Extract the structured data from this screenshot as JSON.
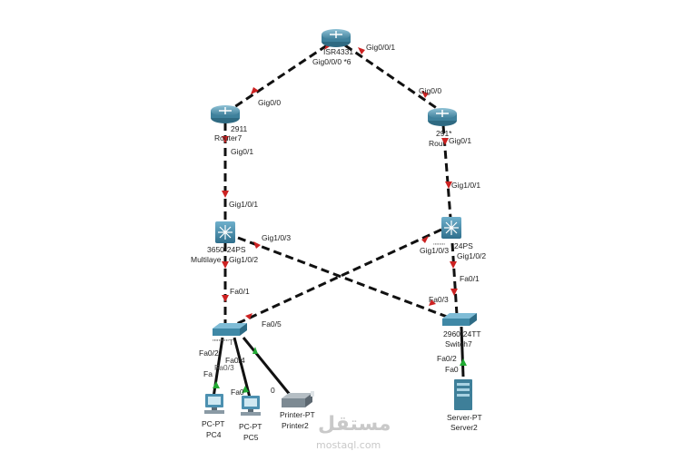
{
  "devices": {
    "isr": {
      "type": "ISR4331",
      "port": "Gig0/0/0 *6"
    },
    "router7": {
      "type": "2911",
      "name": "Router7"
    },
    "router_right": {
      "type": "291*",
      "name": "Rou"
    },
    "ml_left": {
      "type": "3650-24PS",
      "name": "Multilaye"
    },
    "ml_right": {
      "type": "24PS",
      "prefix": "''''''''"
    },
    "sw_left": {
      "type": "'''''''''''T"
    },
    "switch7": {
      "type": "2960-24TT",
      "name": "Switch7"
    },
    "pc4": {
      "type": "PC-PT",
      "name": "PC4"
    },
    "pc5": {
      "type": "PC-PT",
      "name": "PC5"
    },
    "printer2": {
      "type": "Printer-PT",
      "name": "Printer2"
    },
    "server2": {
      "type": "Server-PT",
      "name": "Server2"
    }
  },
  "ports": {
    "isr_gig001": "Gig0/0/1",
    "r7_gig00": "Gig0/0",
    "rr_gig00": "Gig0/0",
    "r7_gig01": "Gig0/1",
    "rr_gig01": "Gig0/1",
    "ml_left_gig101": "Gig1/0/1",
    "ml_right_gig101": "Gig1/0/1",
    "ml_left_gig103": "Gig1/0/3",
    "ml_left_gig102": "Gig1/0/2",
    "ml_right_gig103": "Gig1/0/3",
    "ml_right_gig102": "Gig1/0/2",
    "swl_fa01": "Fa0/1",
    "sw7_fa01": "Fa0/1",
    "swl_fa05": "Fa0/5",
    "sw7_fa03": "Fa0/3",
    "swl_fa02": "Fa0/2",
    "swl_fa04": "Fa0/4",
    "swl_fa03": "Fa0/3",
    "pc4_fa": "Fa",
    "pc5_fa0": "Fa0",
    "printer_0": "0",
    "sw7_fa02": "Fa0/2",
    "server_fa0": "Fa0"
  },
  "watermark": {
    "arabic": "مستقل",
    "domain": "mostaql.com"
  },
  "colors": {
    "router": "#4f8fa8",
    "switch": "#3f88a6",
    "link": "#111111",
    "arrow_red": "#cc2222",
    "arrow_green": "#22aa33"
  }
}
